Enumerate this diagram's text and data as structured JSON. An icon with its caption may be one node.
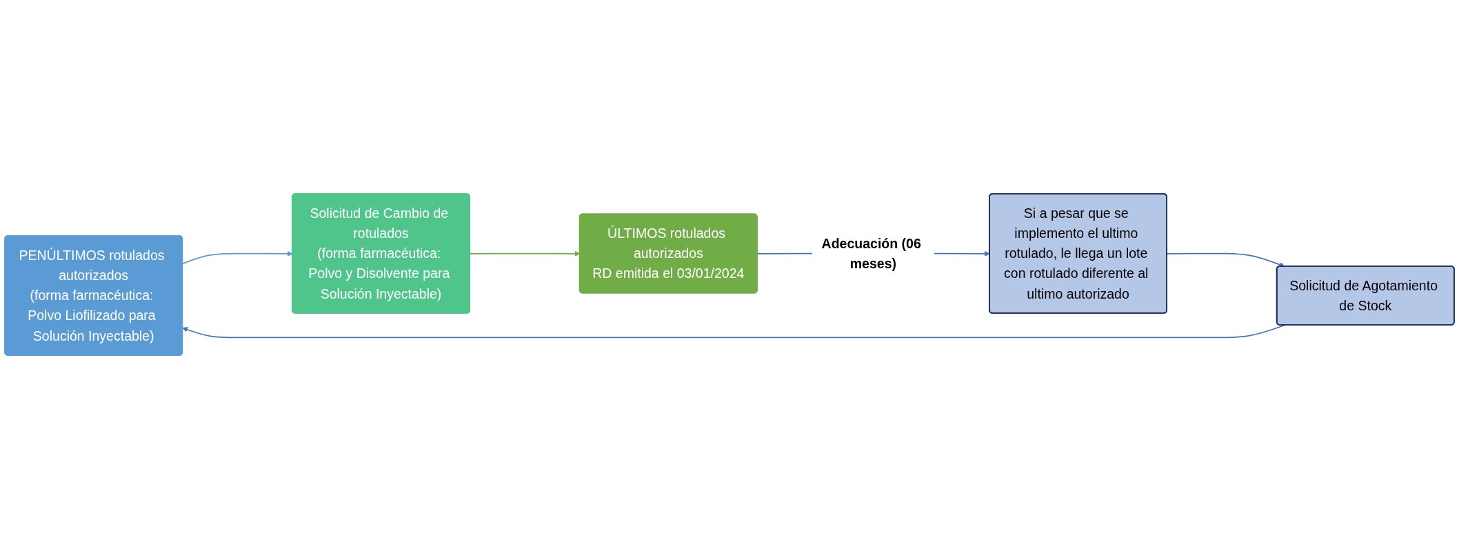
{
  "diagram": {
    "nodes": [
      {
        "text": [
          "PENÚLTIMOS rotulados autorizados",
          "(forma farmacéutica: Polvo Liofilizado para Solución Inyectable)"
        ]
      },
      {
        "text": [
          "Solicitud de Cambio de rotulados",
          "(forma farmacéutica: Polvo y Disolvente para Solución Inyectable)"
        ]
      },
      {
        "text": [
          "ÚLTIMOS rotulados autorizados",
          "RD emitida el 03/01/2024"
        ]
      },
      {
        "text": [
          "Si a pesar que se implemento el ultimo rotulado, le llega un lote con rotulado diferente al ultimo autorizado"
        ]
      },
      {
        "text": [
          "Solicitud de Agotamiento de Stock"
        ]
      }
    ],
    "edges": [
      {
        "from": 0,
        "to": 1,
        "arrow": "to",
        "color": "#5b9bd5"
      },
      {
        "from": 1,
        "to": 2,
        "arrow": "to",
        "color": "#70ad47"
      },
      {
        "from": 2,
        "to": 3,
        "arrow": "to",
        "label": "Adecuación (06 meses)"
      },
      {
        "from": 3,
        "to": 4,
        "arrow": "to"
      },
      {
        "from": 4,
        "to": 0,
        "arrow": "to"
      }
    ]
  }
}
